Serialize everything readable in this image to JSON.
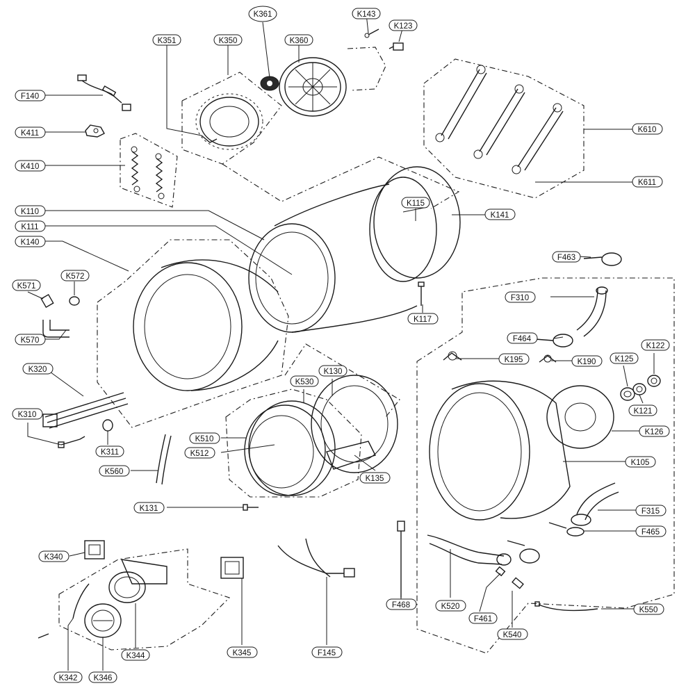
{
  "labels": {
    "K361": "K361",
    "K143": "K143",
    "K123": "K123",
    "K351": "K351",
    "K350": "K350",
    "K360": "K360",
    "F140": "F140",
    "K411": "K411",
    "K410": "K410",
    "K610": "K610",
    "K611": "K611",
    "K110": "K110",
    "K111": "K111",
    "K115": "K115",
    "K141": "K141",
    "K140": "K140",
    "K571": "K571",
    "K572": "K572",
    "K570": "K570",
    "F463": "F463",
    "F310": "F310",
    "K117": "K117",
    "F464": "F464",
    "K195": "K195",
    "K190": "K190",
    "K125": "K125",
    "K122": "K122",
    "K320": "K320",
    "K530": "K530",
    "K130": "K130",
    "K121": "K121",
    "K310": "K310",
    "K126": "K126",
    "K311": "K311",
    "K510": "K510",
    "K512": "K512",
    "K105": "K105",
    "K560": "K560",
    "K135": "K135",
    "K131": "K131",
    "F315": "F315",
    "F465": "F465",
    "K340": "K340",
    "F468": "F468",
    "K520": "K520",
    "F461": "F461",
    "K550": "K550",
    "K540": "K540",
    "K345": "K345",
    "K344": "K344",
    "F145": "F145",
    "K342": "K342",
    "K346": "K346"
  }
}
